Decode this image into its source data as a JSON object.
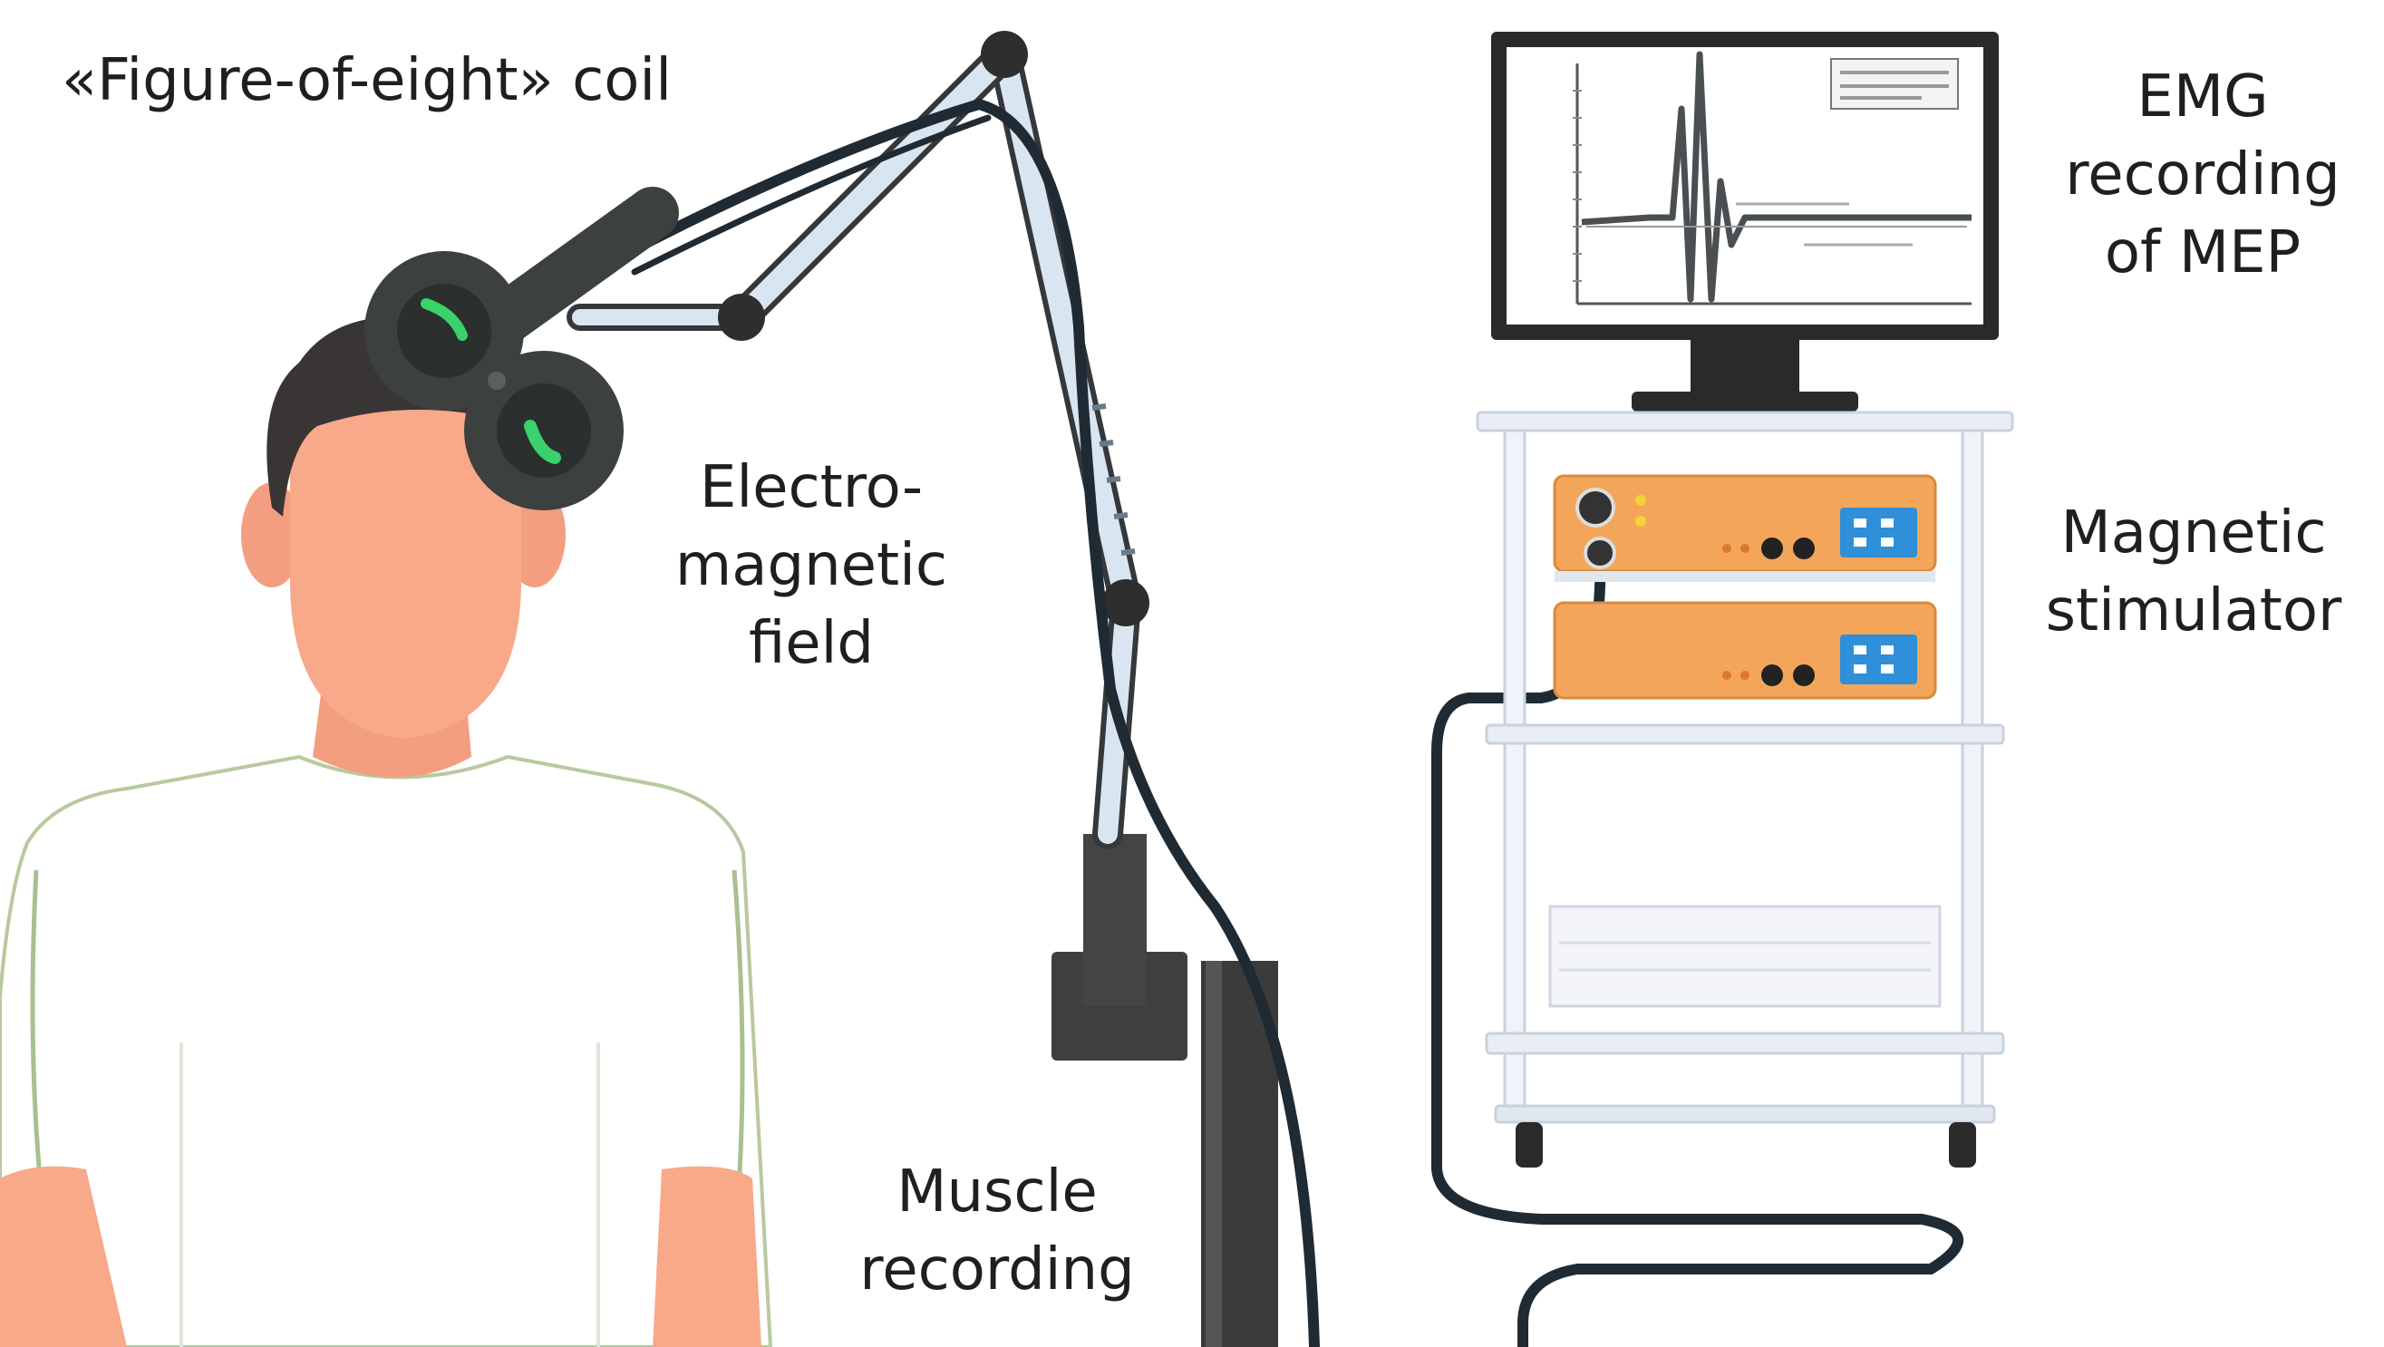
{
  "labels": {
    "coil": "«Figure-of-eight» coil",
    "field": [
      "Electro-",
      "magnetic",
      "field"
    ],
    "muscle": [
      "Muscle",
      "recording"
    ],
    "emg": [
      "EMG",
      "recording",
      "of MEP"
    ],
    "stimulator": [
      "Magnetic",
      "stimulator"
    ]
  },
  "colors": {
    "skin": "#f7a98a",
    "hair": "#3a3535",
    "coil": "#3c403f",
    "coil_glow": "#39d26b",
    "arm": "#d9e6f2",
    "arm_edge": "#35383b",
    "cable": "#202a33",
    "stimulator": "#f3a65a",
    "panel_blue": "#2f8fd8",
    "cart": "#e9eef5",
    "screen_trace": "#4a4f52"
  }
}
